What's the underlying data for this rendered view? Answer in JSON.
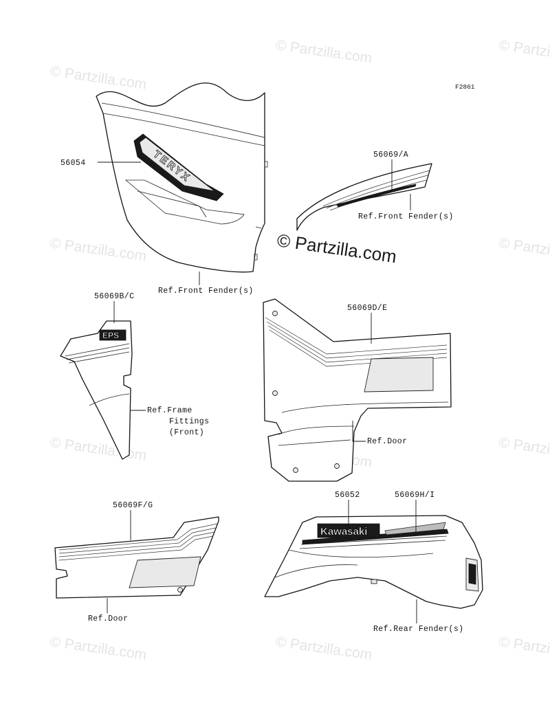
{
  "figure_code": "F2861",
  "watermark_main": "© Partzilla.com",
  "watermark_small": "© Partzilla.com",
  "callouts": {
    "p56054": "56054",
    "p56069a": "56069/A",
    "p56069bc": "56069B/C",
    "p56069de": "56069D/E",
    "p56069fg": "56069F/G",
    "p56052": "56052",
    "p56069hi": "56069H/I"
  },
  "references": {
    "front_fender_1": "Ref.Front Fender(s)",
    "front_fender_2": "Ref.Front Fender(s)",
    "frame_fittings": [
      "Ref.Frame",
      "Fittings",
      "(Front)"
    ],
    "door_1": "Ref.Door",
    "door_2": "Ref.Door",
    "rear_fender": "Ref.Rear Fender(s)"
  },
  "emblems": {
    "eps": "EPS",
    "kawasaki": "Kawasaki"
  }
}
